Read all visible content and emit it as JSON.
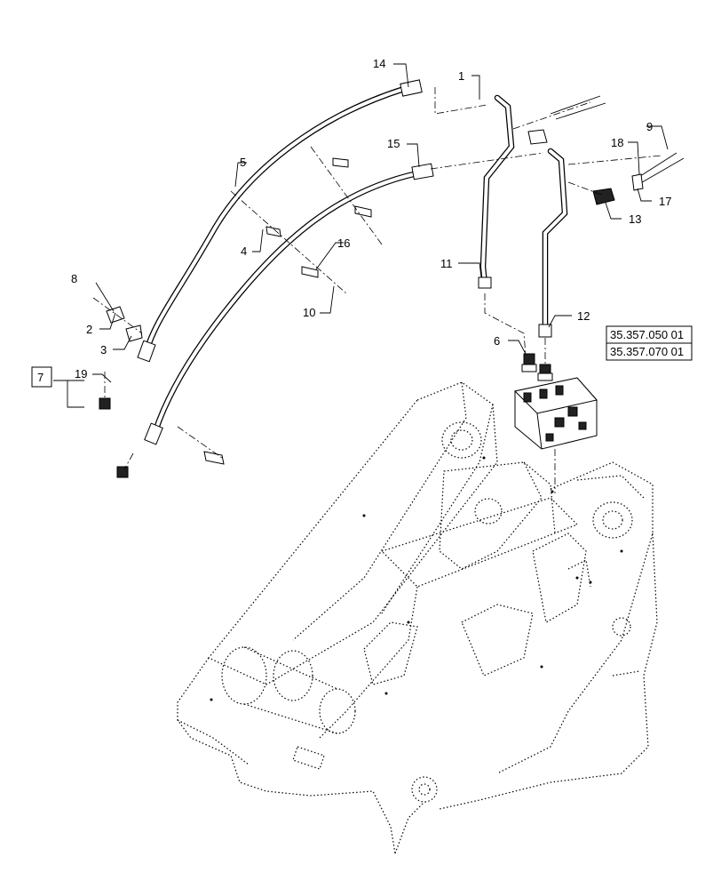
{
  "callouts": {
    "c1": "1",
    "c2": "2",
    "c3": "3",
    "c4": "4",
    "c5": "5",
    "c6": "6",
    "c8": "8",
    "c9": "9",
    "c10": "10",
    "c11": "11",
    "c12": "12",
    "c13": "13",
    "c14": "14",
    "c15": "15",
    "c16": "16",
    "c17": "17",
    "c18": "18",
    "c19": "19"
  },
  "kit_box": {
    "label": "7"
  },
  "references": {
    "ref_a": "35.357.050 01",
    "ref_b": "35.357.070 01"
  }
}
